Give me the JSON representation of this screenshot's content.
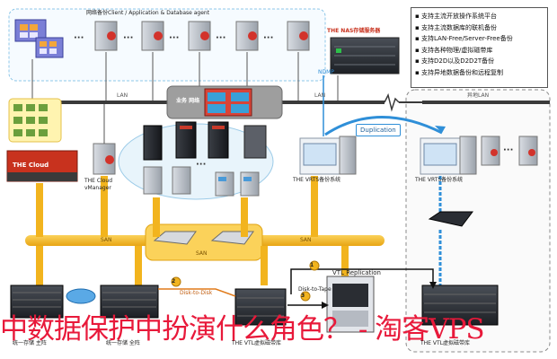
{
  "labels": {
    "agents_title": "网络备份Client / Application & Database agent",
    "nas_title": "THE NAS存储服务器",
    "ndmp": "NDMP",
    "lan_left": "LAN",
    "lan_right": "LAN",
    "remote_lan": "异地LAN",
    "business_network": "业务 网络",
    "duplication": "Duplication",
    "cloud_title": "THE Cloud",
    "cloud_manager": "THE Cloud vManager",
    "vrts_left": "THE VRTS备份系统",
    "vrts_right": "THE VRTS备份系统",
    "san_left": "SAN",
    "san_center": "SAN",
    "san_right": "SAN",
    "vtl_replication": "VTL Replication",
    "disk_to_disk": "Disk-to-Disk",
    "disk_to_tape": "Disk-to-Tape",
    "step1": "1",
    "step2": "2",
    "step3": "3",
    "storage_left": "统一存储 主阵",
    "storage_right": "统一存储 全阵",
    "vtl_center": "THE VTL虚拟磁带库",
    "vtl_right": "THE VTL虚拟磁带库"
  },
  "features": [
    "支持主流开放操作系统平台",
    "支持主流数据库的联机备份",
    "支持LAN-Free/Server-Free备份",
    "支持各种物理/虚拟磁带库",
    "支持D2D以及D2D2T备份",
    "支持异地数据备份和远程复制"
  ],
  "overlay_text": "中数据保护中扮演什么角色？ - 淘客VPS",
  "colors": {
    "san_yellow": "#f2b41e",
    "lan_gray": "#3a3a3a",
    "link_blue": "#2f8fd8",
    "overlay_red": "#e8193a",
    "cloud_red": "#c8321e"
  }
}
